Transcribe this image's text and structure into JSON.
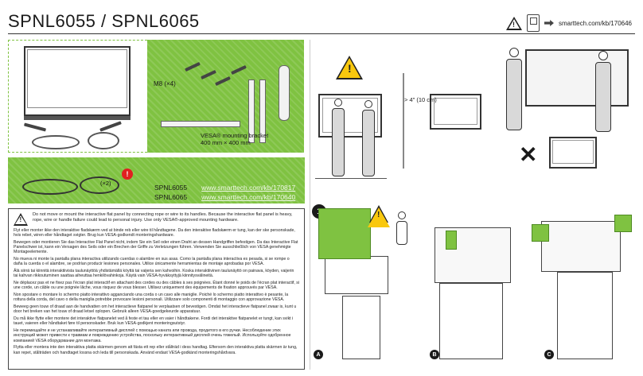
{
  "header": {
    "title": "SPNL6055 / SPNL6065",
    "kb_url": "smarttech.com/kb/170646",
    "warn_glyph": "!"
  },
  "hardware": {
    "screw_label": "M8 (×4)",
    "bracket_label_line1": "VESA® mounting bracket",
    "bracket_label_line2": "400 mm × 400 mm",
    "count_label": "(×2)"
  },
  "models": [
    {
      "name": "SPNL6055",
      "url": "www.smarttech.com/kb/170817"
    },
    {
      "name": "SPNL6065",
      "url": "www.smarttech.com/kb/170640"
    }
  ],
  "clearance": {
    "label": "> 4\" (10 cm)"
  },
  "step": {
    "number": "1",
    "letters": [
      "A",
      "B",
      "C"
    ]
  },
  "warnings": {
    "lead": "Do not move or mount the interactive flat panel by connecting rope or wire to its handles. Because the interactive flat panel is heavy, rope, wire or handle failure could lead to personal injury. Use only VESA®-approved mounting hardware.",
    "paragraphs": [
      "Flyt eller monter ikke den interaktive fladskærm ved at binde reb eller wire til håndtagene. Da den interaktive fladskærm er tung, kan der ske personskade, hvis rebet, wiren eller håndtaget svigter. Brug kun VESA-godkendt monteringshardware.",
      "Bewegen oder montieren Sie das Interactive Flat Panel nicht, indem Sie ein Seil oder einen Draht an dessen Handgriffen befestigen. Da das Interactive Flat Panelschwer ist, kann ein Versagen des Seils oder ein Brechen der Griffe zu Verletzungen führen. Verwenden Sie ausschließlich von VESA genehmigte Montageelemente.",
      "No mueva ni monte la pantalla plana interactiva utilizando cuerdas o alambre en sus asas. Como la pantalla plana interactiva es pesada, si se rompe o daña la cuerda o el alambre, se podrían producir lesiones personales. Utilice únicamente herramientas de montaje aprobadas por VESA.",
      "Älä siirrä tai kiinnitä interaktiivista taulunäyttöä yhdistämällä köyttä tai vaijeria sen kahvoihin. Koska interaktiivinen taulunäyttö on painava, köyden, vaijerin tai kahvan rikkoutuminen saattaa aiheuttaa henkilövahinkoja. Käytä vain VESA-hyväksyttyjä kiinnitysvälineitä.",
      "Ne déplacez pas et ne fixez pas l'écran plat interactif en attachant des cordes ou des câbles à ses poignées. Étant donné le poids de l'écran plat interactif, si une corde, un câble ou une poignée lâche, vous risquez de vous blesser. Utilisez uniquement des équipements de fixation approuvés par VESA.",
      "Non spostare o montare lo schermo piatto interattivo agganciando una corda o un cavo alle maniglie. Poiché lo schermo piatto interattivo è pesante, la rottura della corda, del cavo o della maniglia potrebbe provocare lesioni personali. Utilizzare solo componenti di montaggio con approvazione VESA.",
      "Beweeg geen touw of draad aan de handvatten om het interactieve flatpanel te verplaatsen of bevestigen. Omdat het interactieve flatpanel zwaar is, kunt u door het breken van het touw of draad letsel oplopen. Gebruik alleen VESA-goedgekeurde apparatuur.",
      "Du må ikke flytte eller montere det interaktive flatpanelet ved å feste et tau eller en vaier i håndtakene. Fordi det interaktive flatpanelet er tungt, kan svikt i tauet, vaieren eller håndtaket føre til personskader. Bruk kun VESA-godkjent monteringsutstyr.",
      "Не перемещайте и не устанавливайте интерактивный дисплей с помощью каната или провода, продетого в его ручки. Несоблюдение этих инструкций может привести к травмам и повреждению устройства, поскольку интерактивный дисплей очень тяжелый. Используйте одобренное компанией VESA оборудование для монтажа.",
      "Flytta eller montera inte den interaktiva platta skärmen genom att fästa ett rep eller stålträd i dess handtag. Eftersom den interaktiva platta skärmen är tung, kan repet, stålträden och handtaget lossna och leda till personskada. Använd endast VESA-godkänd monteringshårdvara."
    ]
  },
  "colors": {
    "accent_green": "#7fc241",
    "warning_yellow": "#f9c80e"
  }
}
